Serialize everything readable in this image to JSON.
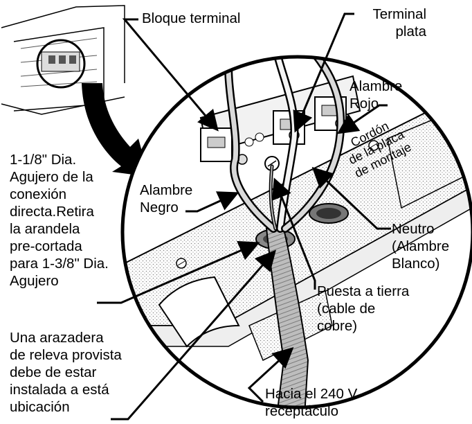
{
  "labels": {
    "bloque_terminal": "Bloque terminal",
    "terminal_plata": [
      "Terminal",
      "plata"
    ],
    "alambre_rojo": [
      "Alambre",
      "Rojo"
    ],
    "alambre_negro": [
      "Alambre",
      "Negro"
    ],
    "neutro": [
      "Neutro",
      "(Alambre",
      "Blanco)"
    ],
    "puesta_a_tierra": [
      "Puesta a tierra",
      "(cable de",
      "cobre)"
    ],
    "hacia_240v": [
      "Hacia el 240 V",
      "receptáculo"
    ],
    "agujero": [
      "1-1/8\" Dia.",
      "Agujero de la",
      "conexión",
      "directa.Retira",
      "la arandela",
      "pre-cortada",
      "para 1-3/8\" Dia.",
      "Agujero"
    ],
    "arazadera": [
      "Una arazadera",
      "de releva provista",
      "debe de estar",
      "instalada a está",
      "ubicación"
    ],
    "cordon_placa": [
      "Cordón",
      "de la placa",
      "de montaje"
    ]
  }
}
